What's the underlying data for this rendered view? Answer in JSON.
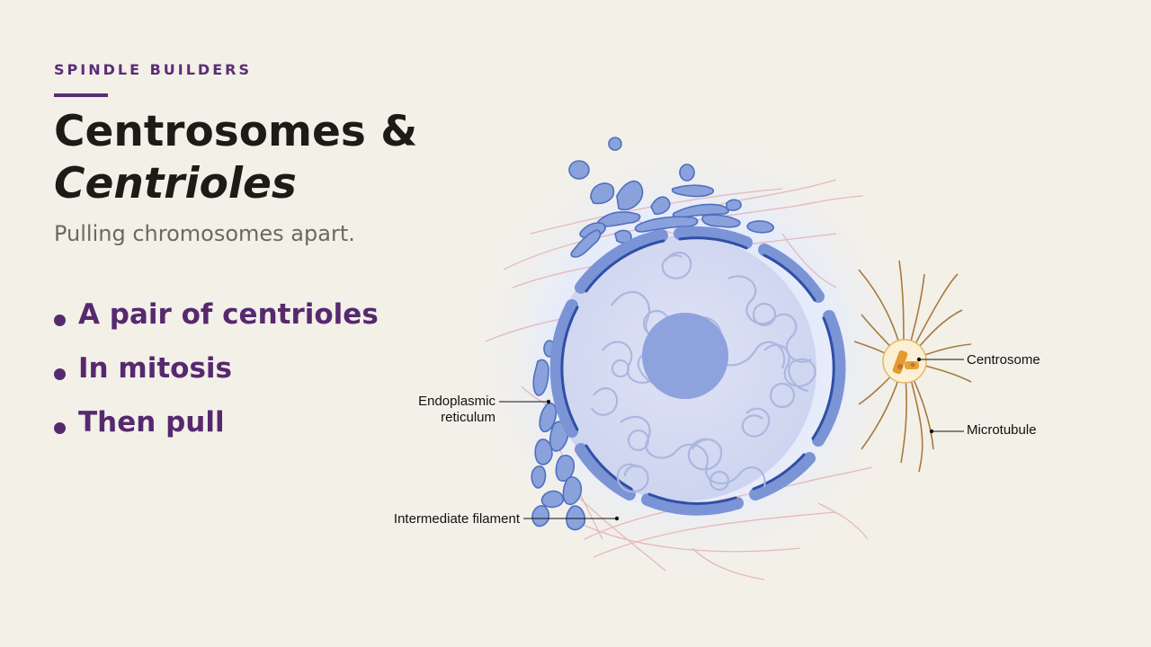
{
  "slide": {
    "kicker": "SPINDLE BUILDERS",
    "title_line1": "Centrosomes &",
    "title_line2": "Centrioles",
    "subtitle": "Pulling chromosomes apart.",
    "bullets": [
      "A pair of centrioles",
      "In mitosis",
      "Then pull"
    ]
  },
  "diagram": {
    "labels": {
      "er_line1": "Endoplasmic",
      "er_line2": "reticulum",
      "filament": "Intermediate filament",
      "centrosome": "Centrosome",
      "microtubule": "Microtubule"
    }
  },
  "colors": {
    "accent": "#5b2d78",
    "background": "#f3f0e8",
    "title": "#1e1a16",
    "nucleus_envelope": "#3d5fb0",
    "chromatin": "#a9b6e0",
    "filament": "#e4aab0",
    "microtubule": "#a77a3e",
    "centrosome": "#e9a23a"
  }
}
